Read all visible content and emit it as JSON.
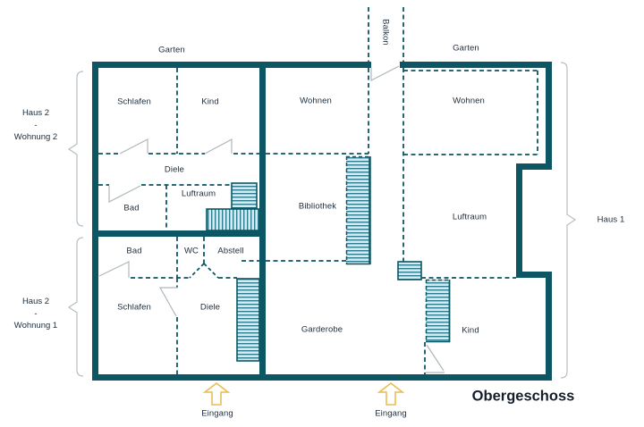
{
  "colors": {
    "wall": "#0d5664",
    "dashed_partition": "#0d5664",
    "stair_fill": "#d6ebf1",
    "stair_line": "#2f7e90",
    "text": "#20303f",
    "title_text": "#141f2b",
    "entrance_arrow": "#ecbc55",
    "bracket": "#b6bfc4",
    "door_swing": "#adb7bd"
  },
  "labels": {
    "garten_left": "Garten",
    "garten_right": "Garten",
    "balkon": "Balkon",
    "haus_1": "Haus 1",
    "eingang_left": "Eingang",
    "eingang_right": "Eingang",
    "floor_title": "Obergeschoss"
  },
  "apartment_labels": {
    "wohnung_2": [
      "Haus 2",
      "-",
      "Wohnung 2"
    ],
    "wohnung_1": [
      "Haus 2",
      "-",
      "Wohnung 1"
    ]
  },
  "rooms": {
    "w2_schlafen": "Schlafen",
    "w2_kind": "Kind",
    "w2_diele": "Diele",
    "w2_bad": "Bad",
    "w2_luftraum": "Luftraum",
    "w1_bad": "Bad",
    "w1_wc": "WC",
    "w1_abstell": "Abstell",
    "w1_schlafen": "Schlafen",
    "w1_diele": "Diele",
    "h1_wohnen_left": "Wohnen",
    "h1_wohnen_right": "Wohnen",
    "h1_bibliothek": "Bibliothek",
    "h1_luftraum": "Luftraum",
    "h1_garderobe": "Garderobe",
    "h1_kind": "Kind"
  }
}
